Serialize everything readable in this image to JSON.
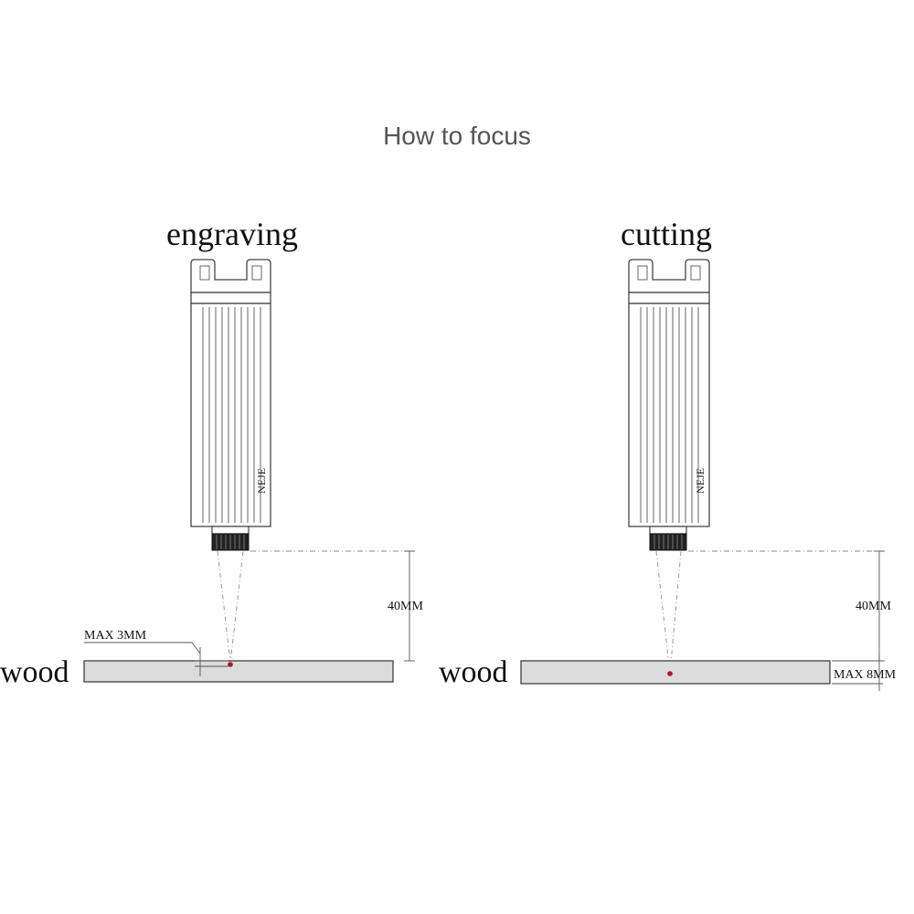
{
  "title": "How to focus",
  "panels": {
    "engraving": {
      "label": "engraving",
      "brand": "NEJE",
      "material": "wood",
      "distance": "40MM",
      "tolerance": "MAX 3MM"
    },
    "cutting": {
      "label": "cutting",
      "brand": "NEJE",
      "material": "wood",
      "distance": "40MM",
      "tolerance": "MAX 8MM"
    }
  },
  "colors": {
    "focus_point": "#b01030",
    "board": "#dcdcdc",
    "title": "#555555"
  }
}
